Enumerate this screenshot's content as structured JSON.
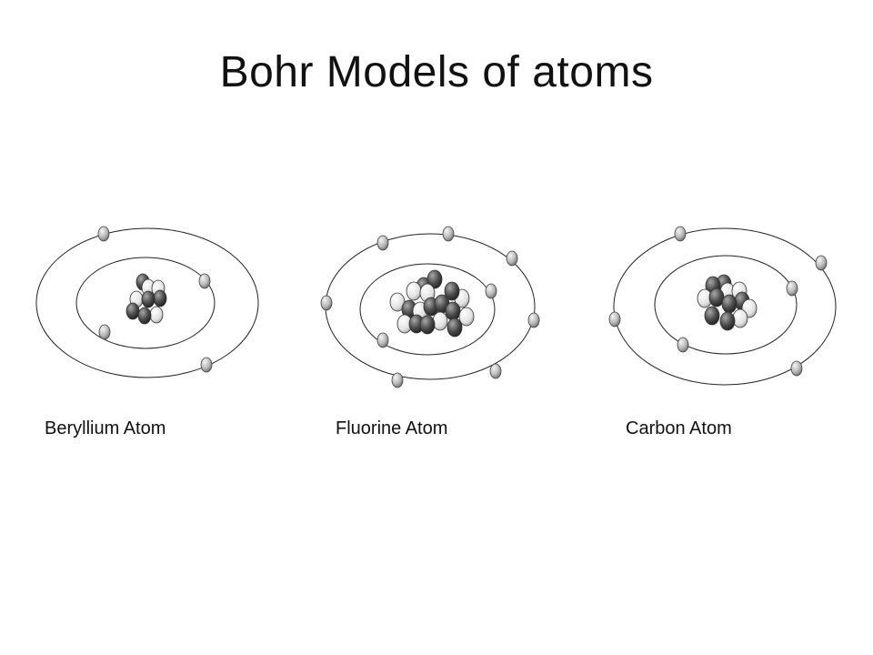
{
  "title": "Bohr Models of atoms",
  "colors": {
    "orbit": "#222222",
    "electron_fill": "#b8b8b8",
    "proton_fill": "#e6e6e6",
    "neutron_fill": "#5a5a5a"
  },
  "atoms": [
    {
      "label": "Beryllium Atom",
      "shells": [
        2,
        2
      ]
    },
    {
      "label": "Fluorine Atom",
      "shells": [
        2,
        7
      ]
    },
    {
      "label": "Carbon Atom",
      "shells": [
        2,
        4
      ]
    }
  ]
}
